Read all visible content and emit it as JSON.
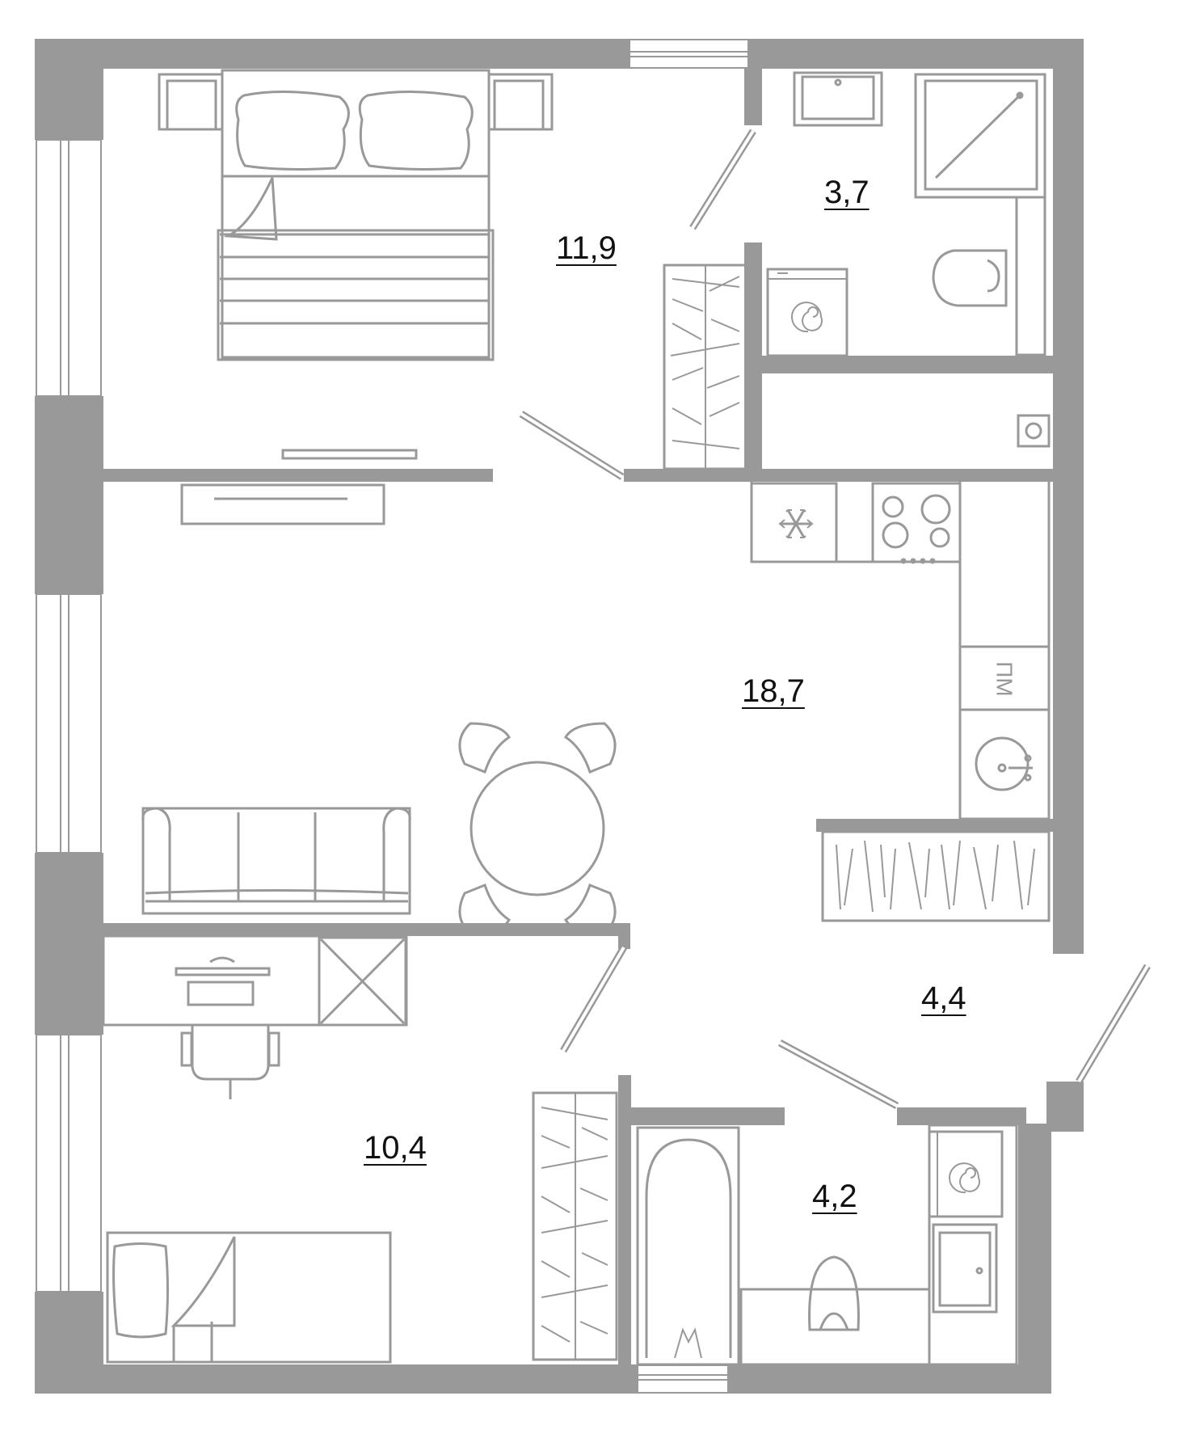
{
  "rooms": {
    "bedroom": {
      "area": "11,9"
    },
    "bathroom_top": {
      "area": "3,7"
    },
    "kitchen_living": {
      "area": "18,7"
    },
    "hallway": {
      "area": "4,4"
    },
    "child_room": {
      "area": "10,4"
    },
    "bathroom_bottom": {
      "area": "4,2"
    }
  },
  "appliance_labels": {
    "dishwasher": "ПМ"
  },
  "icons": {
    "fridge": "snowflake-icon",
    "washer": "spiral-icon"
  },
  "colors": {
    "walls": "#999999",
    "text": "#111111",
    "background": "#ffffff"
  }
}
